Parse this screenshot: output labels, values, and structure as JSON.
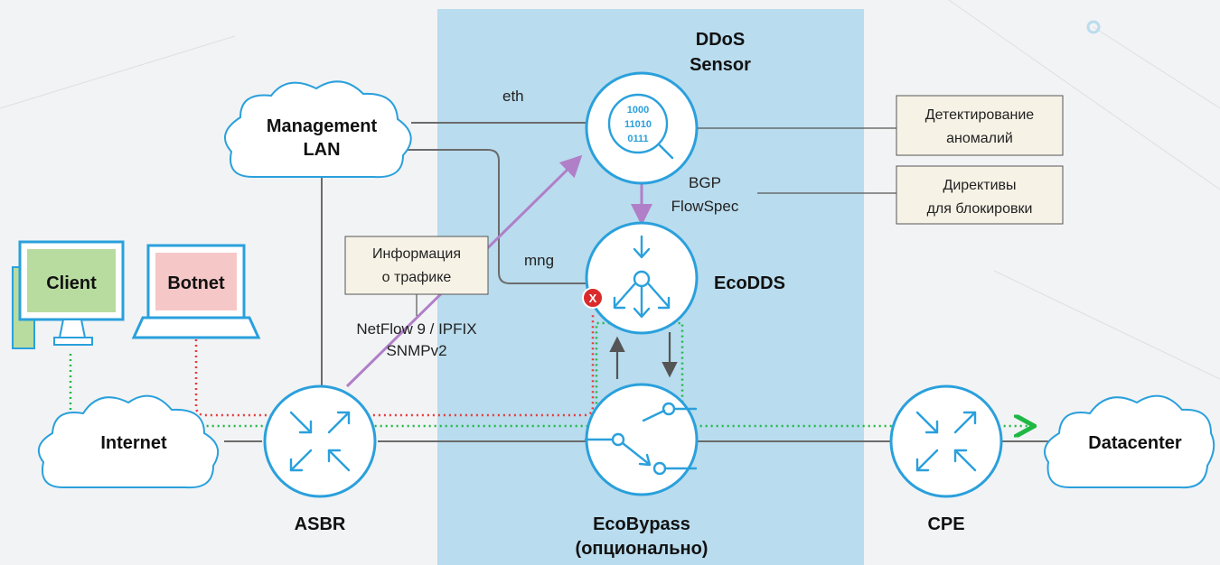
{
  "colors": {
    "background": "#f2f3f5",
    "zone": "#b9dcee",
    "node_stroke": "#2aa0dc",
    "link": "#6b6b6b",
    "telemetry": "#b07fc8",
    "legit_traffic": "#1fb845",
    "attack_traffic": "#e83a3a",
    "client_screen": "#b8dca0",
    "botnet_screen": "#f6c7c7",
    "annotation_box": "#f6f2e6"
  },
  "nodes": {
    "ddos_sensor": {
      "label_line1": "DDoS",
      "label_line2": "Sensor",
      "icon": "binary-search-icon",
      "digits": [
        "1000",
        "11010",
        "0111"
      ]
    },
    "ecodds": {
      "label": "EcoDDS",
      "icon": "converge-arrows-icon"
    },
    "ecobypass": {
      "label_line1": "EcoBypass",
      "label_line2": "(опционально)",
      "icon": "bypass-switch-icon"
    },
    "asbr": {
      "label": "ASBR",
      "icon": "router-arrows-icon"
    },
    "cpe": {
      "label": "CPE",
      "icon": "router-arrows-icon"
    }
  },
  "clouds": {
    "management_lan": {
      "line1": "Management",
      "line2": "LAN"
    },
    "internet": {
      "label": "Internet"
    },
    "datacenter": {
      "label": "Datacenter"
    }
  },
  "hosts": {
    "client": {
      "label": "Client",
      "icon": "desktop-computer-icon"
    },
    "botnet": {
      "label": "Botnet",
      "icon": "laptop-icon"
    }
  },
  "annotations": {
    "detection": {
      "line1": "Детектирование",
      "line2": "аномалий"
    },
    "directives": {
      "line1": "Директивы",
      "line2": "для блокировки"
    },
    "traffic_info": {
      "line1": "Информация",
      "line2": "о трафике"
    }
  },
  "link_labels": {
    "eth": "eth",
    "mng": "mng",
    "bgp_line1": "BGP",
    "bgp_line2": "FlowSpec",
    "netflow_line1": "NetFlow 9 / IPFIX",
    "netflow_line2": "SNMPv2"
  },
  "markers": {
    "blocked": "X",
    "blocked_icon": "blocked-x-icon"
  }
}
